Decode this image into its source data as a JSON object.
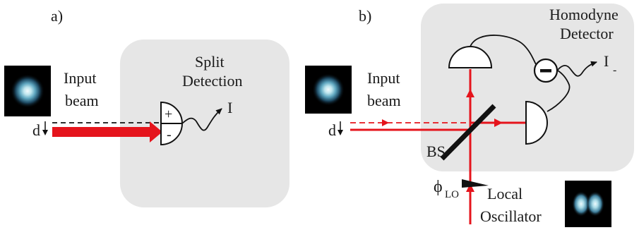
{
  "panel_a": {
    "label": "a)",
    "input_beam": [
      "Input",
      "beam"
    ],
    "displacement": "d",
    "detector": [
      "Split",
      "Detection"
    ],
    "plus": "+",
    "minus": "-",
    "output": "I"
  },
  "panel_b": {
    "label": "b)",
    "input_beam": [
      "Input",
      "beam"
    ],
    "displacement": "d",
    "detector": [
      "Homodyne",
      "Detector"
    ],
    "output_main": "I",
    "output_sub": "-",
    "beamsplitter": "BS",
    "phase_symbol": "ϕ",
    "phase_sub": "LO",
    "local_oscillator": [
      "Local",
      "Oscillator"
    ]
  },
  "colors": {
    "beam": "#e5141c",
    "panel_bg": "#e6e6e6",
    "detector_outline": "#111111"
  }
}
